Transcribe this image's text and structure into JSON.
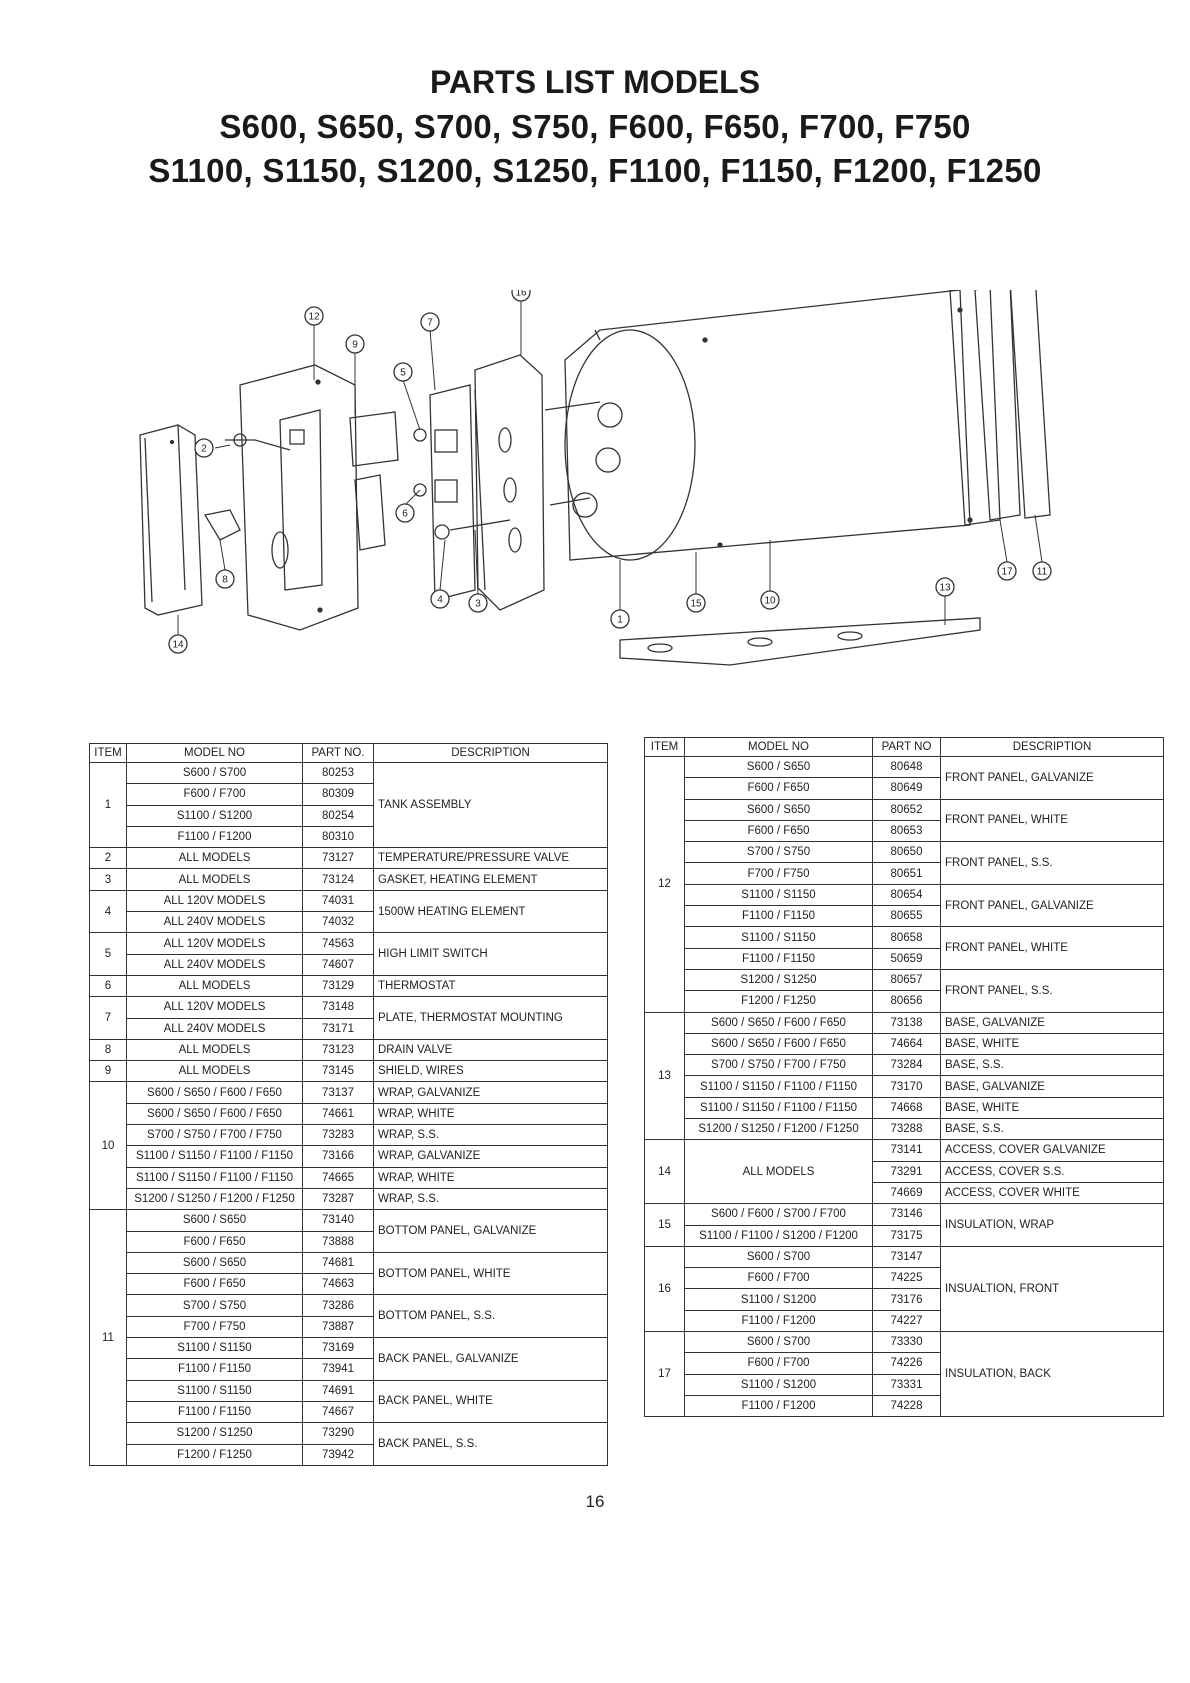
{
  "title": {
    "line1": "PARTS LIST MODELS",
    "line2": "S600, S650, S700, S750, F600, F650, F700, F750",
    "line3": "S1100, S1150, S1200, S1250, F1100, F1150, F1200, F1250"
  },
  "diagram": {
    "callouts": [
      "16",
      "12",
      "7",
      "9",
      "5",
      "2",
      "6",
      "8",
      "4",
      "3",
      "14",
      "1",
      "15",
      "10",
      "13",
      "17",
      "11"
    ]
  },
  "headers": {
    "item": "ITEM",
    "model": "MODEL NO",
    "part_left": "PART NO.",
    "part_right": "PART NO",
    "desc": "DESCRIPTION"
  },
  "left_table": [
    {
      "item": "1",
      "rows": [
        {
          "model": "S600 / S700",
          "part": "80253"
        },
        {
          "model": "F600 / F700",
          "part": "80309"
        },
        {
          "model": "S1100 / S1200",
          "part": "80254"
        },
        {
          "model": "F1100 / F1200",
          "part": "80310"
        }
      ],
      "groups": [
        {
          "desc": "TANK ASSEMBLY",
          "span": 4
        }
      ]
    },
    {
      "item": "2",
      "rows": [
        {
          "model": "ALL MODELS",
          "part": "73127"
        }
      ],
      "groups": [
        {
          "desc": "TEMPERATURE/PRESSURE VALVE",
          "span": 1
        }
      ]
    },
    {
      "item": "3",
      "rows": [
        {
          "model": "ALL MODELS",
          "part": "73124"
        }
      ],
      "groups": [
        {
          "desc": "GASKET, HEATING ELEMENT",
          "span": 1
        }
      ]
    },
    {
      "item": "4",
      "rows": [
        {
          "model": "ALL 120V MODELS",
          "part": "74031"
        },
        {
          "model": "ALL 240V MODELS",
          "part": "74032"
        }
      ],
      "groups": [
        {
          "desc": "1500W HEATING ELEMENT",
          "span": 2
        }
      ]
    },
    {
      "item": "5",
      "rows": [
        {
          "model": "ALL 120V MODELS",
          "part": "74563"
        },
        {
          "model": "ALL 240V MODELS",
          "part": "74607"
        }
      ],
      "groups": [
        {
          "desc": "HIGH LIMIT SWITCH",
          "span": 2
        }
      ]
    },
    {
      "item": "6",
      "rows": [
        {
          "model": "ALL MODELS",
          "part": "73129"
        }
      ],
      "groups": [
        {
          "desc": "THERMOSTAT",
          "span": 1
        }
      ]
    },
    {
      "item": "7",
      "rows": [
        {
          "model": "ALL 120V MODELS",
          "part": "73148"
        },
        {
          "model": "ALL 240V MODELS",
          "part": "73171"
        }
      ],
      "groups": [
        {
          "desc": "PLATE, THERMOSTAT MOUNTING",
          "span": 2
        }
      ]
    },
    {
      "item": "8",
      "rows": [
        {
          "model": "ALL MODELS",
          "part": "73123"
        }
      ],
      "groups": [
        {
          "desc": "DRAIN VALVE",
          "span": 1
        }
      ]
    },
    {
      "item": "9",
      "rows": [
        {
          "model": "ALL MODELS",
          "part": "73145"
        }
      ],
      "groups": [
        {
          "desc": "SHIELD, WIRES",
          "span": 1
        }
      ]
    },
    {
      "item": "10",
      "rows": [
        {
          "model": "S600 / S650 / F600 / F650",
          "part": "73137"
        },
        {
          "model": "S600 / S650 / F600 / F650",
          "part": "74661"
        },
        {
          "model": "S700 / S750 / F700 / F750",
          "part": "73283"
        },
        {
          "model": "S1100 / S1150 / F1100 / F1150",
          "part": "73166"
        },
        {
          "model": "S1100 / S1150 / F1100 / F1150",
          "part": "74665"
        },
        {
          "model": "S1200 / S1250 / F1200 / F1250",
          "part": "73287"
        }
      ],
      "groups": [
        {
          "desc": "WRAP, GALVANIZE",
          "span": 1
        },
        {
          "desc": "WRAP, WHITE",
          "span": 1
        },
        {
          "desc": "WRAP, S.S.",
          "span": 1
        },
        {
          "desc": "WRAP, GALVANIZE",
          "span": 1
        },
        {
          "desc": "WRAP, WHITE",
          "span": 1
        },
        {
          "desc": "WRAP, S.S.",
          "span": 1
        }
      ]
    },
    {
      "item": "11",
      "rows": [
        {
          "model": "S600 / S650",
          "part": "73140"
        },
        {
          "model": "F600 / F650",
          "part": "73888"
        },
        {
          "model": "S600 / S650",
          "part": "74681"
        },
        {
          "model": "F600 / F650",
          "part": "74663"
        },
        {
          "model": "S700 / S750",
          "part": "73286"
        },
        {
          "model": "F700 / F750",
          "part": "73887"
        },
        {
          "model": "S1100 / S1150",
          "part": "73169"
        },
        {
          "model": "F1100 / F1150",
          "part": "73941"
        },
        {
          "model": "S1100 / S1150",
          "part": "74691"
        },
        {
          "model": "F1100 / F1150",
          "part": "74667"
        },
        {
          "model": "S1200 / S1250",
          "part": "73290"
        },
        {
          "model": "F1200 / F1250",
          "part": "73942"
        }
      ],
      "groups": [
        {
          "desc": "BOTTOM PANEL, GALVANIZE",
          "span": 2
        },
        {
          "desc": "BOTTOM PANEL, WHITE",
          "span": 2
        },
        {
          "desc": "BOTTOM PANEL, S.S.",
          "span": 2
        },
        {
          "desc": "BACK PANEL, GALVANIZE",
          "span": 2
        },
        {
          "desc": "BACK PANEL, WHITE",
          "span": 2
        },
        {
          "desc": "BACK PANEL, S.S.",
          "span": 2
        }
      ]
    }
  ],
  "right_table": [
    {
      "item": "12",
      "rows": [
        {
          "model": "S600 / S650",
          "part": "80648"
        },
        {
          "model": "F600 / F650",
          "part": "80649"
        },
        {
          "model": "S600 / S650",
          "part": "80652"
        },
        {
          "model": "F600 / F650",
          "part": "80653"
        },
        {
          "model": "S700 / S750",
          "part": "80650"
        },
        {
          "model": "F700 / F750",
          "part": "80651"
        },
        {
          "model": "S1100 / S1150",
          "part": "80654"
        },
        {
          "model": "F1100 / F1150",
          "part": "80655"
        },
        {
          "model": "S1100 / S1150",
          "part": "80658"
        },
        {
          "model": "F1100 / F1150",
          "part": "50659"
        },
        {
          "model": "S1200 / S1250",
          "part": "80657"
        },
        {
          "model": "F1200 / F1250",
          "part": "80656"
        }
      ],
      "groups": [
        {
          "desc": "FRONT PANEL, GALVANIZE",
          "span": 2
        },
        {
          "desc": "FRONT PANEL, WHITE",
          "span": 2
        },
        {
          "desc": "FRONT PANEL, S.S.",
          "span": 2
        },
        {
          "desc": "FRONT PANEL, GALVANIZE",
          "span": 2
        },
        {
          "desc": "FRONT PANEL, WHITE",
          "span": 2
        },
        {
          "desc": "FRONT PANEL, S.S.",
          "span": 2
        }
      ]
    },
    {
      "item": "13",
      "rows": [
        {
          "model": "S600 / S650 / F600 / F650",
          "part": "73138"
        },
        {
          "model": "S600 / S650 / F600 / F650",
          "part": "74664"
        },
        {
          "model": "S700 / S750 / F700 / F750",
          "part": "73284"
        },
        {
          "model": "S1100 / S1150 / F1100 / F1150",
          "part": "73170"
        },
        {
          "model": "S1100 / S1150 / F1100 / F1150",
          "part": "74668"
        },
        {
          "model": "S1200 / S1250 / F1200 / F1250",
          "part": "73288"
        }
      ],
      "groups": [
        {
          "desc": "BASE, GALVANIZE",
          "span": 1
        },
        {
          "desc": "BASE, WHITE",
          "span": 1
        },
        {
          "desc": "BASE, S.S.",
          "span": 1
        },
        {
          "desc": "BASE, GALVANIZE",
          "span": 1
        },
        {
          "desc": "BASE, WHITE",
          "span": 1
        },
        {
          "desc": "BASE, S.S.",
          "span": 1
        }
      ]
    },
    {
      "item": "14",
      "model_merged": "ALL MODELS",
      "rows": [
        {
          "model": "",
          "part": "73141"
        },
        {
          "model": "",
          "part": "73291"
        },
        {
          "model": "",
          "part": "74669"
        }
      ],
      "groups": [
        {
          "desc": "ACCESS, COVER GALVANIZE",
          "span": 1
        },
        {
          "desc": "ACCESS, COVER S.S.",
          "span": 1
        },
        {
          "desc": "ACCESS, COVER WHITE",
          "span": 1
        }
      ]
    },
    {
      "item": "15",
      "rows": [
        {
          "model": "S600 / F600 / S700 / F700",
          "part": "73146"
        },
        {
          "model": "S1100 / F1100 / S1200 / F1200",
          "part": "73175"
        }
      ],
      "groups": [
        {
          "desc": "INSULATION, WRAP",
          "span": 2
        }
      ]
    },
    {
      "item": "16",
      "rows": [
        {
          "model": "S600 / S700",
          "part": "73147"
        },
        {
          "model": "F600 / F700",
          "part": "74225"
        },
        {
          "model": "S1100 / S1200",
          "part": "73176"
        },
        {
          "model": "F1100 / F1200",
          "part": "74227"
        }
      ],
      "groups": [
        {
          "desc": "INSUALTION, FRONT",
          "span": 4
        }
      ]
    },
    {
      "item": "17",
      "rows": [
        {
          "model": "S600 / S700",
          "part": "73330"
        },
        {
          "model": "F600 / F700",
          "part": "74226"
        },
        {
          "model": "S1100 / S1200",
          "part": "73331"
        },
        {
          "model": "F1100 / F1200",
          "part": "74228"
        }
      ],
      "groups": [
        {
          "desc": "INSULATION, BACK",
          "span": 4
        }
      ]
    }
  ],
  "page_number": "16"
}
